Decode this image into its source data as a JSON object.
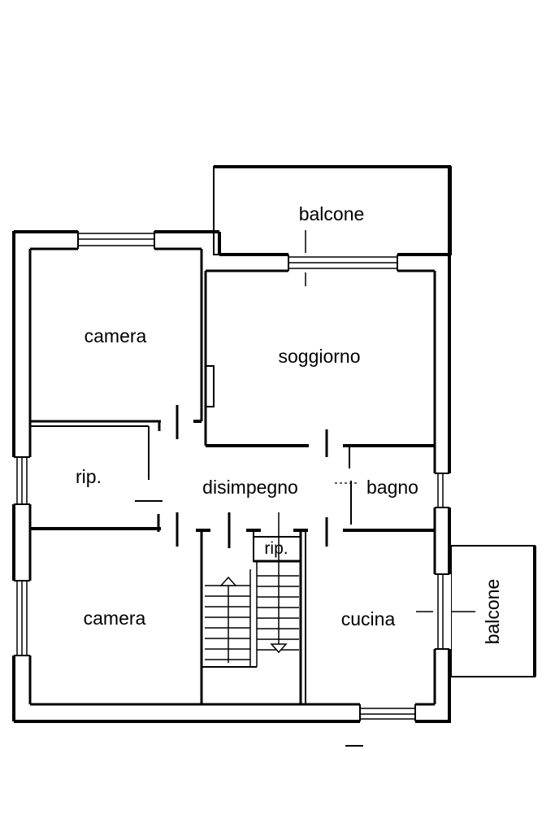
{
  "rooms": {
    "balcone_top": "balcone",
    "soggiorno": "soggiorno",
    "camera_top": "camera",
    "rip_left": "rip.",
    "disimpegno": "disimpegno",
    "bagno": "bagno",
    "camera_bottom": "camera",
    "rip_center": "rip.",
    "cucina": "cucina",
    "balcone_right": "balcone"
  }
}
